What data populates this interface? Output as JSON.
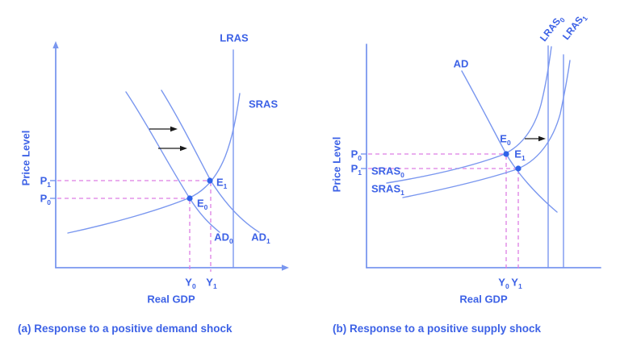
{
  "figure": {
    "colors": {
      "curve": "#7a97ef",
      "label": "#3d62e6",
      "dashed": "#dd7ee3",
      "dot": "#2f63ea",
      "arrow": "#1a1a1a"
    },
    "panel_a": {
      "caption": "(a) Response to a positive demand shock",
      "y_axis": "Price Level",
      "x_axis": "Real GDP",
      "lras": {
        "base": "LRAS",
        "sub": ""
      },
      "sras": {
        "base": "SRAS",
        "sub": ""
      },
      "ad0": {
        "base": "AD",
        "sub": "0"
      },
      "ad1": {
        "base": "AD",
        "sub": "1"
      },
      "e0": {
        "base": "E",
        "sub": "0"
      },
      "e1": {
        "base": "E",
        "sub": "1"
      },
      "p0": {
        "base": "P",
        "sub": "0"
      },
      "p1": {
        "base": "P",
        "sub": "1"
      },
      "y0": {
        "base": "Y",
        "sub": "0"
      },
      "y1": {
        "base": "Y",
        "sub": "1"
      }
    },
    "panel_b": {
      "caption": "(b) Response to a positive supply shock",
      "y_axis": "Price Level",
      "x_axis": "Real GDP",
      "ad": {
        "base": "AD",
        "sub": ""
      },
      "lras0": {
        "base": "LRAS",
        "sub": "0"
      },
      "lras1": {
        "base": "LRAS",
        "sub": "1"
      },
      "sras0": {
        "base": "SRAS",
        "sub": "0"
      },
      "sras1": {
        "base": "SRAS",
        "sub": "1"
      },
      "e0": {
        "base": "E",
        "sub": "0"
      },
      "e1": {
        "base": "E",
        "sub": "1"
      },
      "p0": {
        "base": "P",
        "sub": "0"
      },
      "p1": {
        "base": "P",
        "sub": "1"
      },
      "y0": {
        "base": "Y",
        "sub": "0"
      },
      "y1": {
        "base": "Y",
        "sub": "1"
      }
    }
  }
}
